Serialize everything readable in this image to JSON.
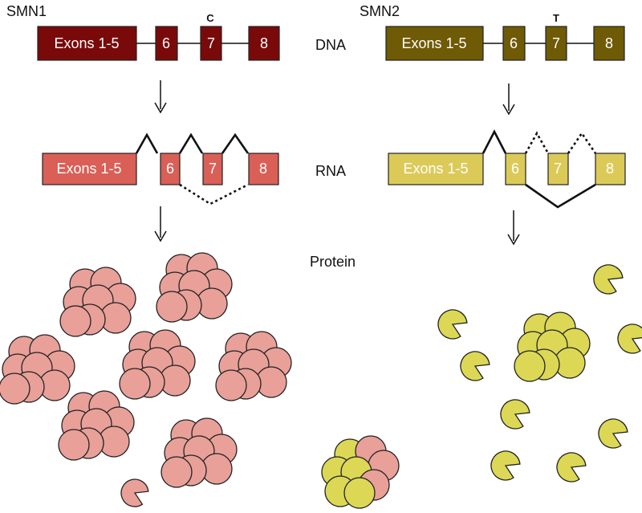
{
  "colors": {
    "smn1_dna": "#7a0a0a",
    "smn1_rna": "#d95f57",
    "smn1_protein": "#e8a099",
    "smn2_dna": "#6f5a05",
    "smn2_rna": "#dcca58",
    "smn2_protein": "#dcd855"
  },
  "labels": {
    "smn1": "SMN1",
    "smn2": "SMN2",
    "dna": "DNA",
    "rna": "RNA",
    "protein": "Protein"
  },
  "smn1": {
    "dna_exons": [
      "Exons 1-5",
      "6",
      "7",
      "8"
    ],
    "nucleotide": "C",
    "rna_exons": [
      "Exons 1-5",
      "6",
      "7",
      "8"
    ]
  },
  "smn2": {
    "dna_exons": [
      "Exons 1-5",
      "6",
      "7",
      "8"
    ],
    "nucleotide": "T",
    "rna_exons": [
      "Exons 1-5",
      "6",
      "7",
      "8"
    ]
  }
}
